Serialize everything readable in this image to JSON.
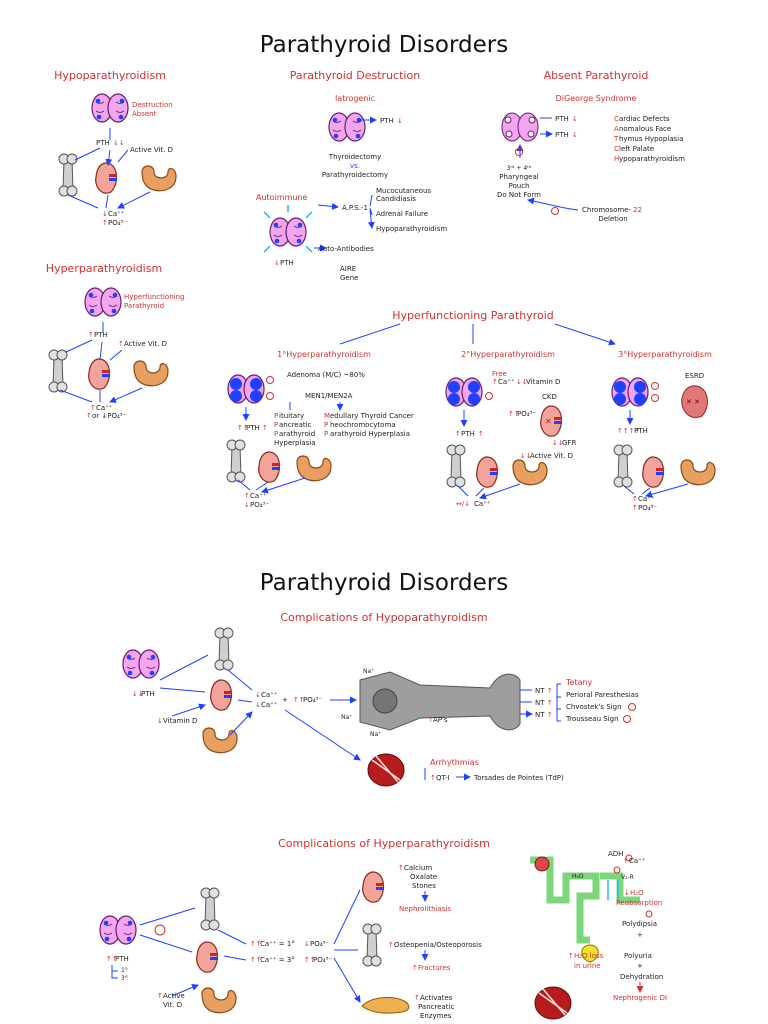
{
  "titles": {
    "top": "Parathyroid Disorders",
    "bottom": "Parathyroid Disorders"
  },
  "hypo": {
    "heading": "Hypoparathyroidism",
    "destruction": "Destruction",
    "absent": "Absent",
    "pth": "PTH",
    "vitd": "Active Vit. D",
    "ca": "Ca⁺⁺",
    "po4": "PO₄³⁻"
  },
  "destruction": {
    "heading": "Parathyroid Destruction",
    "iatrogenic": "Iatrogenic",
    "pth": "PTH",
    "thyroidectomy": "Thyroidectomy",
    "vs": "vs.",
    "parathyroidectomy": "Parathyroidectomy",
    "autoimmune": "Autoimmune",
    "aps": "A.P.S.-1",
    "muco": "Mucocutaneous",
    "candid": "Candidiasis",
    "adrenal": "Adrenal Failure",
    "hypopara": "Hypoparathyroidism",
    "autoab": "Auto-Antibodies",
    "aire": "AIRE",
    "gene": "Gene",
    "pth2": "PTH"
  },
  "absent": {
    "heading": "Absent Parathyroid",
    "digeorge": "DiGeorge Syndrome",
    "pth": "PTH",
    "list": [
      "ardiac Defects",
      "nomalous Face",
      "hymus Hypoplasia",
      "left Palate",
      "ypoparathyroidism"
    ],
    "list_caps": [
      "C",
      "A",
      "T",
      "C",
      "H"
    ],
    "pouch1": "3ʳᵈ + 4ᵗʰ",
    "pouch2": "Pharyngeal",
    "pouch3": "Pouch",
    "pouch4": "Do Not Form",
    "chromo": "Chromosome-",
    "chromo_num": "22",
    "deletion": "Deletion"
  },
  "hyper": {
    "heading": "Hyperparathyroidism",
    "hyperfunc": "Hyperfunctioning",
    "para": "Parathyroid",
    "pth": "PTH",
    "vitd": "Active Vit. D",
    "ca": "Ca⁺⁺",
    "po4": "or ↓PO₄³⁻"
  },
  "hyperfunc": {
    "heading": "Hyperfunctioning Parathyroid",
    "primary": "1°Hyperparathyroidism",
    "secondary": "2°Hyperparathyroidism",
    "tertiary": "3°Hyperparathyroidism",
    "adenoma": "Adenoma (M/C) ~80%",
    "men": "MEN1/MEN2A",
    "p_list": [
      "ituitary",
      "ancreatic",
      "arathyroid"
    ],
    "hyperplasia": "Hyperplasia",
    "m_list": [
      "edullary Thyroid Cancer",
      "heochromocytoma",
      "arathyroid Hyperplasia"
    ],
    "m_caps": [
      "M",
      "P",
      "P"
    ],
    "p_caps": [
      "P",
      "P",
      "P"
    ],
    "pth": "PTH",
    "ca": "Ca⁺⁺",
    "po4": "PO₄³⁻",
    "free": "Free",
    "vitd": "Vitamin D",
    "ckd": "CKD",
    "gfr": "GFR",
    "active_vitd": "Active Vit. D",
    "esrd": "ESRD"
  },
  "hypocomp": {
    "heading": "Complications of Hypoparathyroidism",
    "pth": "PTH",
    "vitd": "Vitamin D",
    "ca": "Ca⁺⁺",
    "po4": "PO₄³⁻",
    "na": "Na⁺",
    "aps": "AP's",
    "nt": "NT",
    "tetany": "Tetany",
    "tetany_items": [
      "Perioral Paresthesias",
      "Chvostek's Sign",
      "Trousseau Sign"
    ],
    "arrhythmias": "Arrhythmias",
    "qt": "QT-I",
    "tdp": "Torsades de Pointes (TdP)"
  },
  "hypercomp": {
    "heading": "Complications of Hyperparathyroidism",
    "pth": "PTH",
    "one": "1°",
    "three": "3°",
    "ca1": "Ca⁺⁺ = 1°",
    "ca3": "Ca⁺⁺ = 3°",
    "po4": "PO₄³⁻",
    "stones": [
      "Calcium",
      "Oxalate",
      "Stones"
    ],
    "nephro": "Nephrolithiasis",
    "osteo": "Osteopenia/Osteoporosis",
    "fractures": "Fractures",
    "pancreas": [
      "Activates",
      "Pancreatic",
      "Enzymes"
    ],
    "vitd": [
      "Active",
      "Vit. D"
    ],
    "adh": "ADH",
    "v2r": "V₂-R",
    "h2o": "H₂O",
    "reabs": "Reabsorption",
    "polydipsia": "Polydipsia",
    "polyuria": "Polyuria",
    "h2oloss": "H₂O loss",
    "inurine": "in urine",
    "dehydration": "Dehydration",
    "ndi": "Nephrogenic DI",
    "ca": "Ca⁺⁺"
  }
}
